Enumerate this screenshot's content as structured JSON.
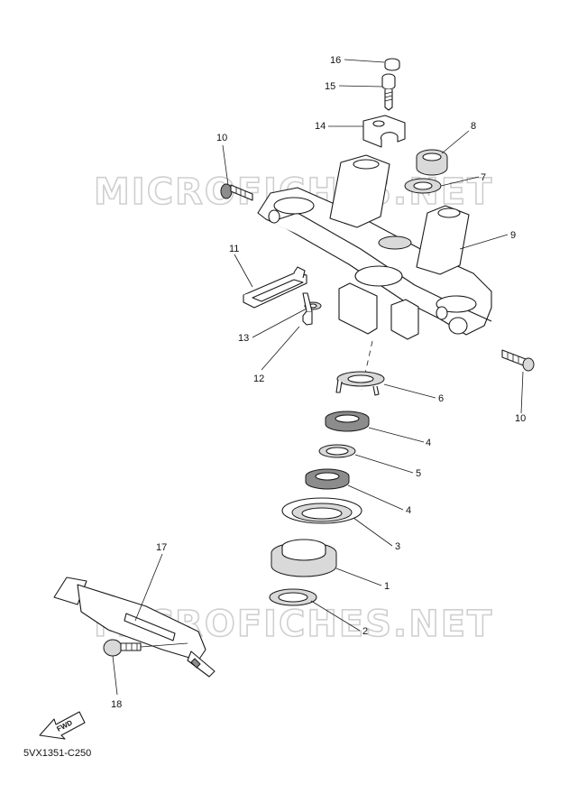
{
  "watermarks": [
    "MICROFICHES.NET",
    "MICROFICHES.NET"
  ],
  "callouts": {
    "c16": "16",
    "c15": "15",
    "c14": "14",
    "c8": "8",
    "c10a": "10",
    "c7": "7",
    "c9": "9",
    "c11": "11",
    "c13": "13",
    "c12": "12",
    "c10b": "10",
    "c6": "6",
    "c4a": "4",
    "c5": "5",
    "c4b": "4",
    "c3": "3",
    "c1": "1",
    "c17": "17",
    "c2": "2",
    "c18": "18"
  },
  "fwd_label": "FWD",
  "diagram_code": "5VX1351-C250"
}
